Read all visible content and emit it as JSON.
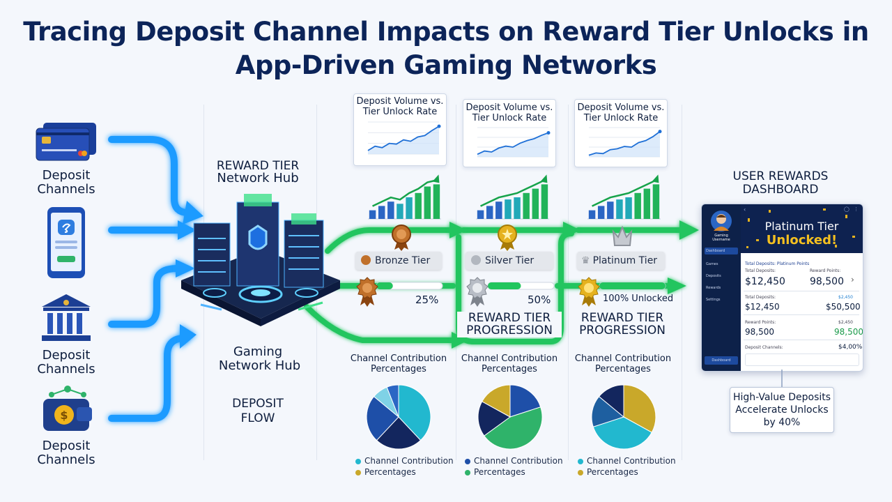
{
  "title": "Tracing Deposit Channel Impacts on Reward Tier Unlocks in App-Driven Gaming Networks",
  "labels": {
    "deposit_channels": "Deposit Channels",
    "hub_top_line1": "REWARD TIER",
    "hub_top_line2": "Network Hub",
    "hub_bottom_line1": "Gaming",
    "hub_bottom_line2": "Network Hub",
    "deposit_flow_line1": "DEPOSIT",
    "deposit_flow_line2": "FLOW",
    "progression_line1": "REWARD TIER",
    "progression_line2": "PROGRESSION",
    "dashboard_line1": "USER REWARDS",
    "dashboard_line2": "DASHBOARD",
    "pie_title_line1": "Channel Contribution",
    "pie_title_line2": "Percentages",
    "line_chart_title_line1": "Deposit Volume vs.",
    "line_chart_title_line2": "Tier Unlock Rate"
  },
  "tiers": [
    {
      "name": "Bronze Tier",
      "progress_label": "25%",
      "progress": 0.25
    },
    {
      "name": "Silver Tier",
      "progress_label": "50%",
      "progress": 0.5
    },
    {
      "name": "Platinum Tier",
      "progress_label": "100% Unlocked",
      "progress": 1.0
    }
  ],
  "colors": {
    "title": "#0c2459",
    "neon_blue": "#1e9bff",
    "neon_green": "#22c55e",
    "navy": "#0b1c4a",
    "pie_navy": "#13265e",
    "pie_blue": "#1e4fa8",
    "pie_teal": "#22b8cf",
    "pie_gold": "#c9a82a",
    "pie_green": "#2fb36a",
    "bronze": "#b8651f",
    "silver": "#a9aeb6",
    "gold": "#e1a81b"
  },
  "chart_data": [
    {
      "type": "line",
      "title": "Deposit Volume vs. Tier Unlock Rate",
      "series": [
        {
          "values": [
            10,
            22,
            18,
            30,
            28,
            40,
            36,
            48,
            52,
            66,
            78
          ]
        }
      ],
      "ylim": [
        0,
        90
      ]
    },
    {
      "type": "bar",
      "series": [
        {
          "values": [
            2,
            3,
            4,
            3.5,
            5,
            6,
            7.5,
            8
          ]
        }
      ],
      "ylim": [
        0,
        10
      ]
    },
    {
      "type": "line",
      "title": "Deposit Volume vs. Tier Unlock Rate",
      "series": [
        {
          "values": [
            8,
            18,
            15,
            27,
            33,
            30,
            42,
            50,
            56,
            66,
            74
          ]
        }
      ],
      "ylim": [
        0,
        90
      ]
    },
    {
      "type": "bar",
      "series": [
        {
          "values": [
            2,
            3,
            4,
            4.5,
            5,
            6,
            7,
            8
          ]
        }
      ],
      "ylim": [
        0,
        10
      ]
    },
    {
      "type": "line",
      "title": "Deposit Volume vs. Tier Unlock Rate",
      "series": [
        {
          "values": [
            5,
            12,
            10,
            22,
            25,
            32,
            30,
            44,
            50,
            62,
            78
          ]
        }
      ],
      "ylim": [
        0,
        90
      ]
    },
    {
      "type": "bar",
      "series": [
        {
          "values": [
            2,
            3,
            4,
            4.5,
            5,
            6,
            7,
            8
          ]
        }
      ],
      "ylim": [
        0,
        10
      ]
    },
    {
      "type": "pie",
      "title": "Channel Contribution Percentages",
      "values": [
        38,
        24,
        24,
        8,
        6
      ],
      "colors": [
        "#22b8cf",
        "#13265e",
        "#1e4fa8",
        "#7fd2e6",
        "#2b66c4"
      ],
      "legend": [
        "Channel Contribution",
        "Percentages"
      ]
    },
    {
      "type": "pie",
      "title": "Channel Contribution Percentages",
      "values": [
        20,
        45,
        18,
        17
      ],
      "colors": [
        "#1e4fa8",
        "#2fb36a",
        "#13265e",
        "#c9a82a"
      ],
      "legend": [
        "Channel Contribution",
        "Percentages"
      ]
    },
    {
      "type": "pie",
      "title": "Channel Contribution Percentages",
      "values": [
        33,
        37,
        16,
        14
      ],
      "colors": [
        "#c9a82a",
        "#22b8cf",
        "#1e5fa0",
        "#13265e"
      ],
      "legend": [
        "Channel Contribution",
        "Percentages"
      ]
    }
  ],
  "dashboard": {
    "avatar_label": "Gaming Username",
    "banner_line1": "Platinum Tier",
    "banner_line2": "Unlocked!",
    "sidebar_items": [
      "Dashboard",
      "Games",
      "Deposits",
      "Rewards",
      "Settings",
      "Dashboard"
    ],
    "header_text": "Total Deposits: Platinum Points",
    "rows": [
      {
        "label": "Total Deposits:",
        "left": "$12,450",
        "right_label": "Reward Points:",
        "right": "98,500"
      },
      {
        "label": "Total Deposits:",
        "left": "$12,450",
        "right_label": "$2,450",
        "right": "$50,500"
      },
      {
        "label": "Reward Points:",
        "left": "98,500",
        "right_label": "$2,450",
        "right": "98,500"
      },
      {
        "label": "Deposit Channels:",
        "left": "",
        "right_label": "",
        "right": "$4,00%"
      }
    ]
  },
  "callout": {
    "line1": "High-Value Deposits",
    "line2": "Accelerate Unlocks",
    "line3": "by 40%"
  }
}
